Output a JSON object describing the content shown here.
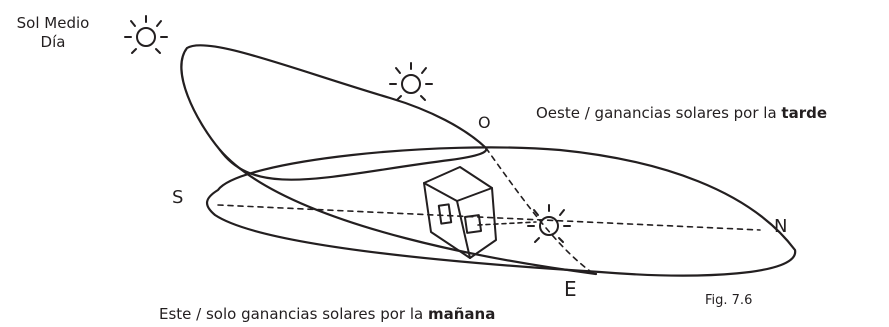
{
  "labels": {
    "sol_medio_line1": "Sol Medio",
    "sol_medio_line2": "Día",
    "oeste_prefix": "Oeste / ganancias solares por la ",
    "oeste_bold": "tarde",
    "este_prefix": "Este / solo ganancias solares por la ",
    "este_bold": "mañana",
    "figure_number": "Fig. 7.6"
  },
  "cardinal_marks": {
    "south": "S",
    "north": "N",
    "west": "O",
    "east": "E"
  },
  "colors": {
    "ink": "#231f20",
    "background": "#ffffff"
  },
  "icons": [
    "sun-icon-noon",
    "sun-icon-afternoon",
    "sun-icon-morning",
    "house-icon"
  ]
}
